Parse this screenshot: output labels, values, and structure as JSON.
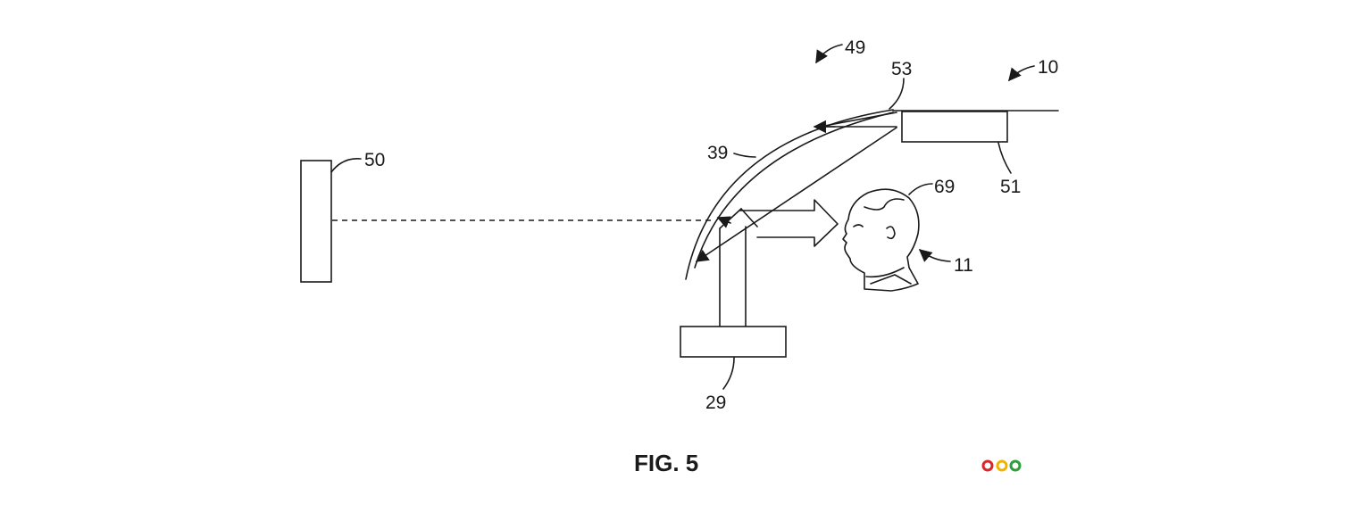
{
  "figure": {
    "caption": "FIG. 5",
    "labels": {
      "ref_10": "10",
      "ref_11": "11",
      "ref_29": "29",
      "ref_39": "39",
      "ref_49": "49",
      "ref_50": "50",
      "ref_51": "51",
      "ref_53": "53",
      "ref_69": "69"
    }
  },
  "colors": {
    "line": "#1a1a1a",
    "dot_red": "#d9262b",
    "dot_yellow": "#f2b100",
    "dot_green": "#2e9e3a"
  }
}
